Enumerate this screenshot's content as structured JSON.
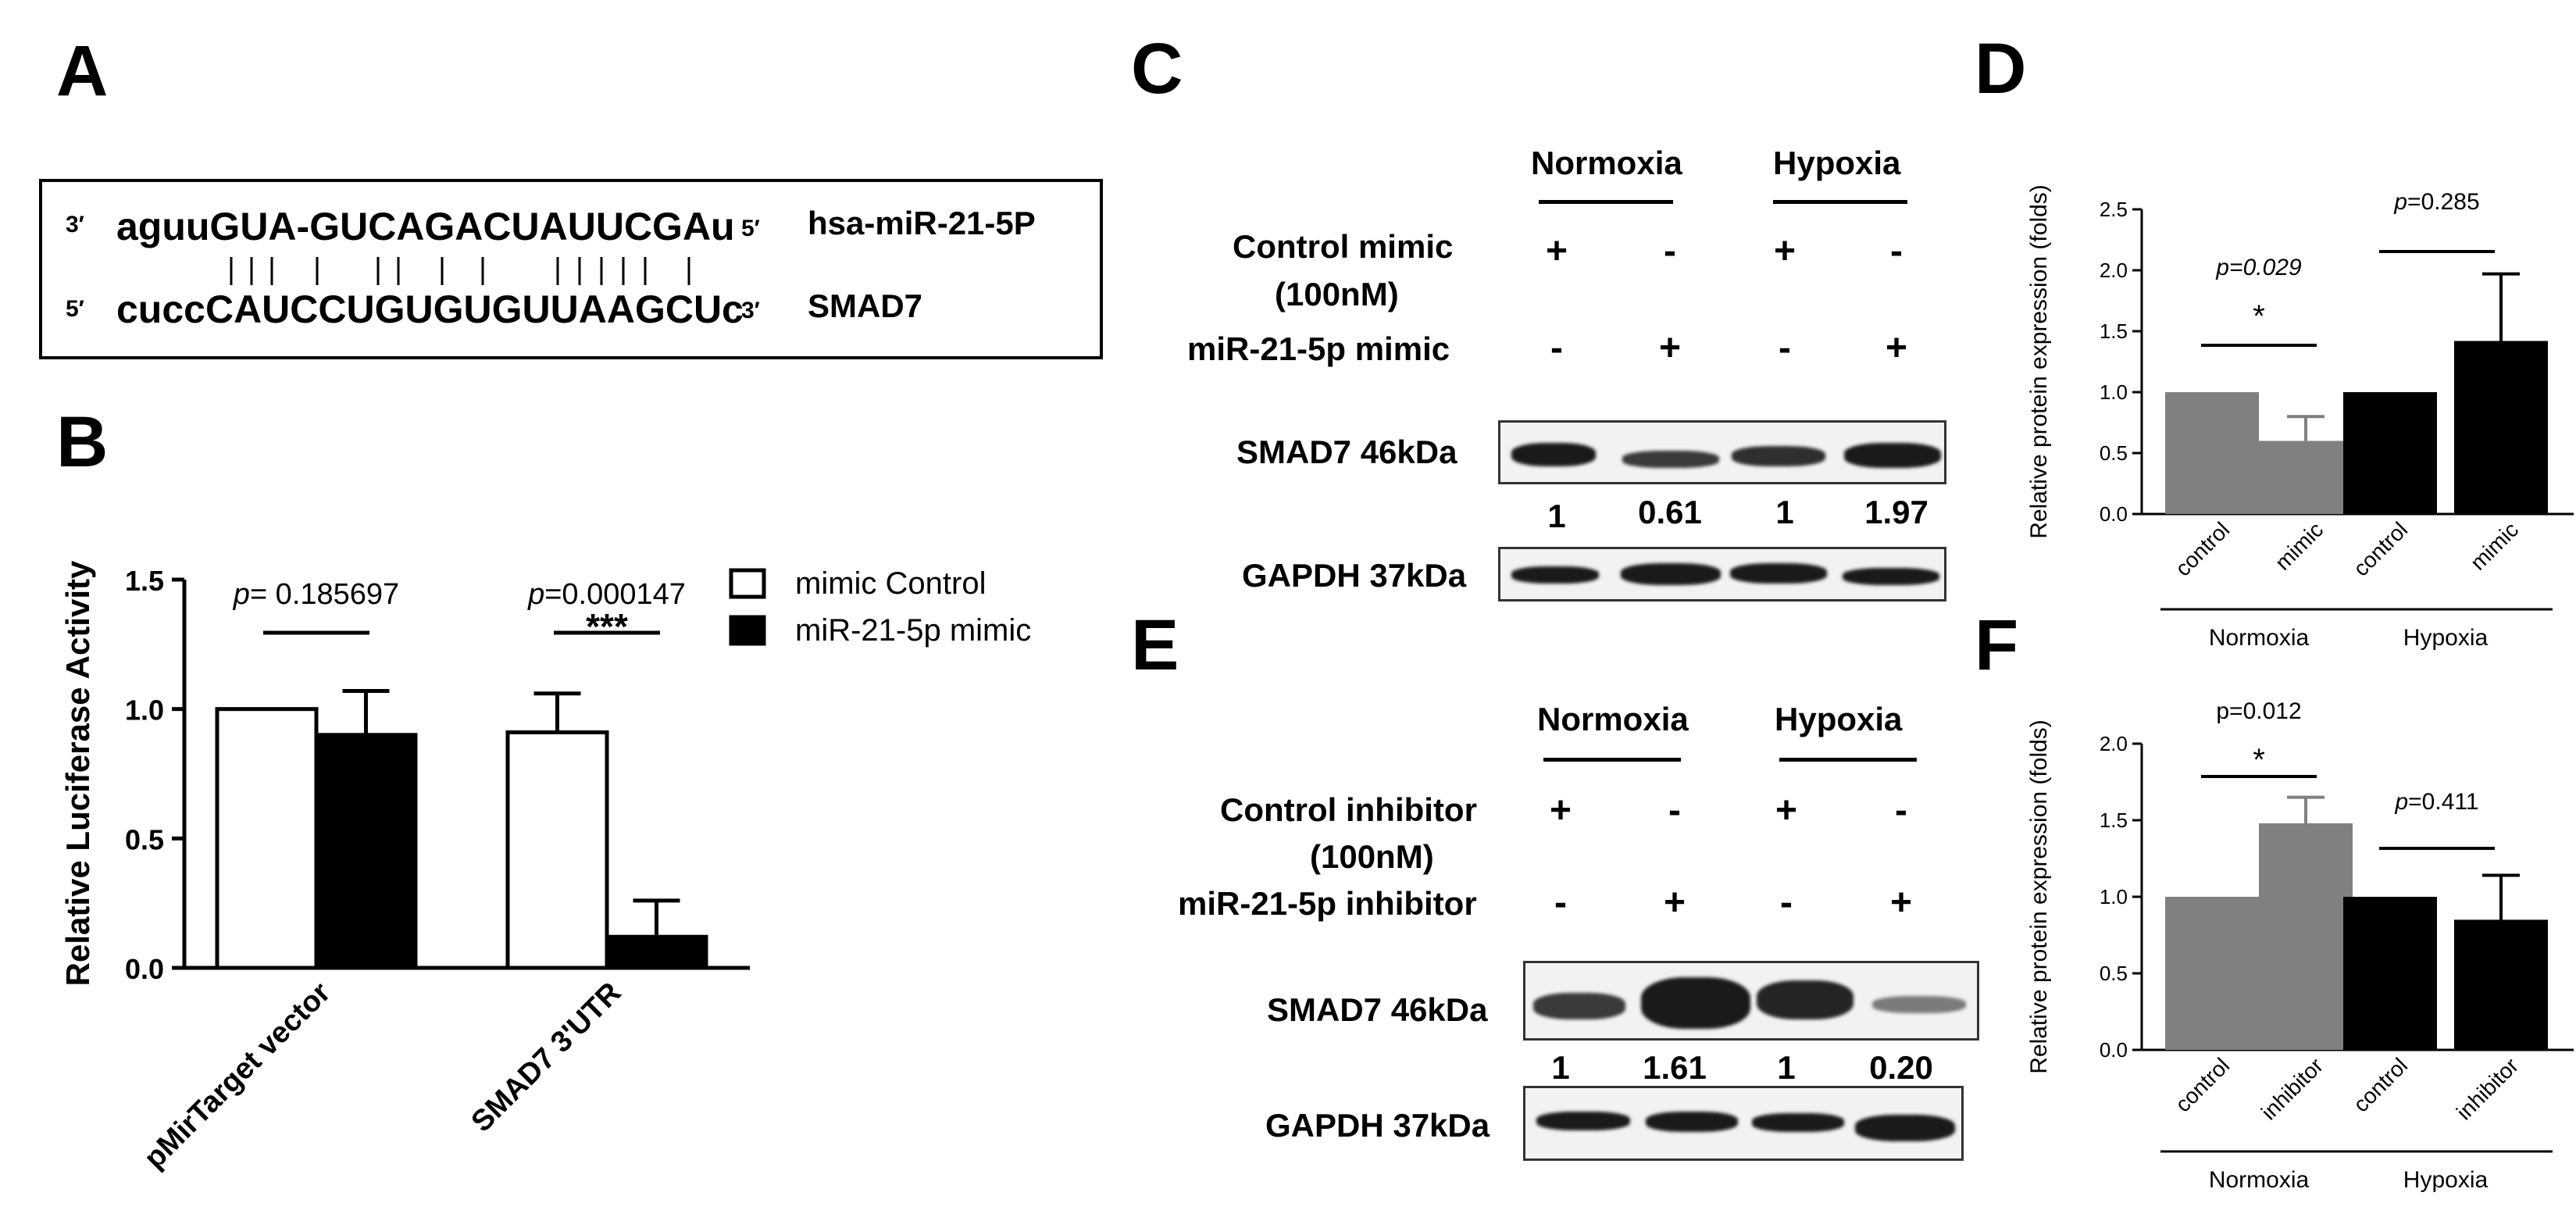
{
  "panels": {
    "A": "A",
    "B": "B",
    "C": "C",
    "D": "D",
    "E": "E",
    "F": "F"
  },
  "panelA": {
    "prime3_left": "3′",
    "seq_top": "aguuGUA-GUCAGACUAUUCGAu",
    "prime5_right": "5′",
    "name_top": "hsa-miR-21-5P",
    "prime5_left": "5′",
    "seq_bottom": "cuccCAUCCUGUGUGUUAAGCUc",
    "prime3_right": "3′",
    "name_bottom": "SMAD7"
  },
  "panelC": {
    "group1": "Normoxia",
    "group2": "Hypoxia",
    "row1_label": "Control mimic",
    "row1_sub": "(100nM)",
    "row1_signs": [
      "+",
      "-",
      "+",
      "-"
    ],
    "row2_label": "miR-21-5p mimic",
    "row2_signs": [
      "-",
      "+",
      "-",
      "+"
    ],
    "blot1_label": "SMAD7 46kDa",
    "values": [
      "1",
      "0.61",
      "1",
      "1.97"
    ],
    "blot2_label": "GAPDH 37kDa"
  },
  "panelE": {
    "group1": "Normoxia",
    "group2": "Hypoxia",
    "row1_label": "Control inhibitor",
    "row1_sub": "(100nM)",
    "row1_signs": [
      "+",
      "-",
      "+",
      "-"
    ],
    "row2_label": "miR-21-5p inhibitor",
    "row2_signs": [
      "-",
      "+",
      "-",
      "+"
    ],
    "blot1_label": "SMAD7 46kDa",
    "values": [
      "1",
      "1.61",
      "1",
      "0.20"
    ],
    "blot2_label": "GAPDH 37kDa"
  },
  "chart_data": [
    {
      "id": "B",
      "type": "bar",
      "ylabel": "Relative Luciferase Activity",
      "ylim": [
        0,
        1.5
      ],
      "yticks": [
        "0.0",
        "0.5",
        "1.0",
        "1.5"
      ],
      "categories": [
        "pMirTarget vector",
        "SMAD7 3'UTR"
      ],
      "series": [
        {
          "name": "mimic Control",
          "values": [
            1.0,
            0.91
          ],
          "errors": [
            0,
            0.15
          ],
          "color": "#ffffff"
        },
        {
          "name": "miR-21-5p mimic",
          "values": [
            0.9,
            0.12
          ],
          "errors": [
            0.17,
            0.14
          ],
          "color": "#000000"
        }
      ],
      "annotations": [
        {
          "italic": "p",
          "text": "= 0.185697",
          "stars": ""
        },
        {
          "italic": "p",
          "text": "=0.000147",
          "stars": "***"
        }
      ],
      "legend": "right"
    },
    {
      "id": "D",
      "type": "bar",
      "ylabel": "Relative protein expression (folds)",
      "ylim": [
        0,
        2.5
      ],
      "yticks": [
        "0.0",
        "0.5",
        "1.0",
        "1.5",
        "2.0",
        "2.5"
      ],
      "categories": [
        "control",
        "mimic",
        "control",
        "mimic"
      ],
      "values": [
        1.0,
        0.6,
        1.0,
        1.42
      ],
      "errors": [
        0,
        0.2,
        0,
        0.55
      ],
      "colors": [
        "#808080",
        "#808080",
        "#000000",
        "#000000"
      ],
      "groups": [
        "Normoxia",
        "Hypoxia"
      ],
      "annotations": [
        {
          "italic": "p=0.029",
          "text": "",
          "stars": "*"
        },
        {
          "italic": "p",
          "text": "=0.285",
          "stars": ""
        }
      ]
    },
    {
      "id": "F",
      "type": "bar",
      "ylabel": "Relative protein expression (folds)",
      "ylim": [
        0,
        2.0
      ],
      "yticks": [
        "0.0",
        "0.5",
        "1.0",
        "1.5",
        "2.0"
      ],
      "categories": [
        "control",
        "inhibitor",
        "control",
        "inhibitor"
      ],
      "values": [
        1.0,
        1.48,
        1.0,
        0.85
      ],
      "errors": [
        0,
        0.17,
        0,
        0.29
      ],
      "colors": [
        "#808080",
        "#808080",
        "#000000",
        "#000000"
      ],
      "groups": [
        "Normoxia",
        "Hypoxia"
      ],
      "annotations": [
        {
          "italic": "",
          "text": "p=0.012",
          "stars": "*"
        },
        {
          "italic": "p",
          "text": "=0.411",
          "stars": ""
        }
      ]
    }
  ]
}
